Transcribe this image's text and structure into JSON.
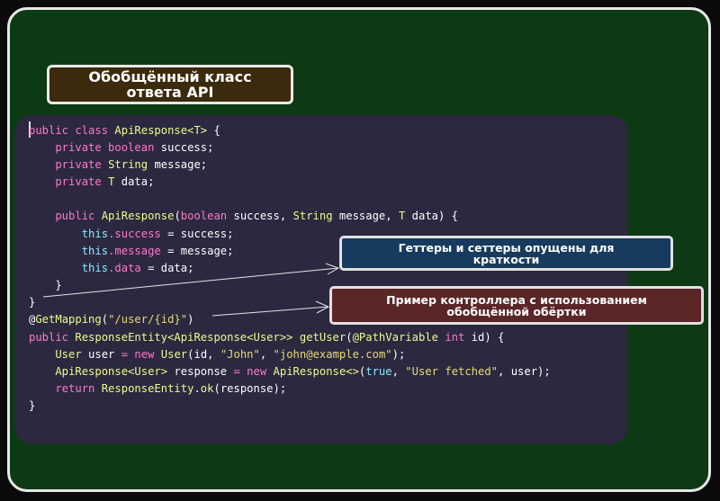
{
  "title": {
    "line1": "Обобщённый класс",
    "line2": "ответа API"
  },
  "callouts": [
    {
      "line1": "Геттеры и сеттеры опущены для",
      "line2": "краткости"
    },
    {
      "line1": "Пример контроллера с использованием",
      "line2": "обобщённой обёртки"
    }
  ],
  "code_lines": [
    [
      [
        "public class ",
        "k"
      ],
      [
        "ApiResponse<T>",
        "t"
      ],
      [
        " {",
        "p"
      ]
    ],
    [
      [
        "    private boolean ",
        "k"
      ],
      [
        "success;",
        "p"
      ]
    ],
    [
      [
        "    private ",
        "k"
      ],
      [
        "String ",
        "t"
      ],
      [
        "message;",
        "p"
      ]
    ],
    [
      [
        "    private ",
        "k"
      ],
      [
        "T ",
        "t"
      ],
      [
        "data;",
        "p"
      ]
    ],
    [
      [
        "",
        "p"
      ]
    ],
    [
      [
        "    public ",
        "k"
      ],
      [
        "ApiResponse",
        "t"
      ],
      [
        "(",
        "p"
      ],
      [
        "boolean ",
        "k"
      ],
      [
        "success, ",
        "p"
      ],
      [
        "String ",
        "t"
      ],
      [
        "message, ",
        "p"
      ],
      [
        "T ",
        "t"
      ],
      [
        "data) {",
        "p"
      ]
    ],
    [
      [
        "        this",
        "b"
      ],
      [
        ".success",
        "k"
      ],
      [
        " = success;",
        "p"
      ]
    ],
    [
      [
        "        this",
        "b"
      ],
      [
        ".message",
        "k"
      ],
      [
        " = message;",
        "p"
      ]
    ],
    [
      [
        "        this",
        "b"
      ],
      [
        ".data",
        "k"
      ],
      [
        " = data;",
        "p"
      ]
    ],
    [
      [
        "    }",
        "p"
      ]
    ],
    [
      [
        "}",
        "p"
      ]
    ],
    [
      [
        "@",
        "p"
      ],
      [
        "GetMapping",
        "t"
      ],
      [
        "(",
        "p"
      ],
      [
        "\"/user/{id}\"",
        "s"
      ],
      [
        ")",
        "p"
      ]
    ],
    [
      [
        "public ",
        "k"
      ],
      [
        "ResponseEntity<ApiResponse<User>> ",
        "t"
      ],
      [
        "getUser",
        "t"
      ],
      [
        "(",
        "p"
      ],
      [
        "@PathVariable ",
        "t"
      ],
      [
        "int ",
        "k"
      ],
      [
        "id) {",
        "p"
      ]
    ],
    [
      [
        "    User ",
        "t"
      ],
      [
        "user",
        "p"
      ],
      [
        " = new ",
        "k"
      ],
      [
        "User",
        "t"
      ],
      [
        "(id, ",
        "p"
      ],
      [
        "\"John\"",
        "s"
      ],
      [
        ", ",
        "p"
      ],
      [
        "\"john@example.com\"",
        "s"
      ],
      [
        ");",
        "p"
      ]
    ],
    [
      [
        "    ApiResponse<User> ",
        "t"
      ],
      [
        "response",
        "p"
      ],
      [
        " = new ",
        "k"
      ],
      [
        "ApiResponse<>",
        "t"
      ],
      [
        "(",
        "p"
      ],
      [
        "true",
        "b"
      ],
      [
        ", ",
        "p"
      ],
      [
        "\"User fetched\"",
        "s"
      ],
      [
        ", user);",
        "p"
      ]
    ],
    [
      [
        "    return ",
        "k"
      ],
      [
        "ResponseEntity",
        "t"
      ],
      [
        ".",
        "p"
      ],
      [
        "ok",
        "t"
      ],
      [
        "(response);",
        "p"
      ]
    ],
    [
      [
        "}",
        "p"
      ]
    ]
  ],
  "colors": {
    "background": "#0d3a14",
    "code_panel": "#2b2840",
    "title_badge": "#3b2a0c",
    "callout_blue": "#173b5e",
    "callout_red": "#5a2626"
  }
}
